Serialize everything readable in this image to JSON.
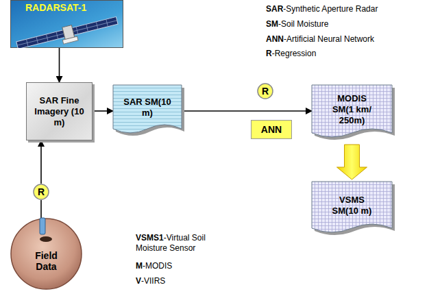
{
  "diagram": {
    "nodes": [
      {
        "text": [
          "RADARSAT-1"
        ]
      },
      {
        "text": [
          "SAR Fine Imagery (10 m)"
        ]
      },
      {
        "text": [
          "SAR SM(10 m)"
        ]
      },
      {
        "text": [
          "R"
        ]
      },
      {
        "text": [
          "ANN"
        ]
      },
      {
        "text": [
          "MODIS SM(1 km/ 250m)"
        ]
      },
      {
        "text": [
          "VSMS SM(10 m)"
        ]
      },
      {
        "text": [
          "R"
        ]
      },
      {
        "text": [
          "Field Data"
        ]
      }
    ],
    "edges": [
      {
        "from": 0,
        "to": 1,
        "arrow": "to"
      },
      {
        "from": 8,
        "to": 7,
        "arrow": "none"
      },
      {
        "from": 7,
        "to": 1,
        "arrow": "to"
      },
      {
        "from": 1,
        "to": 2,
        "arrow": "to"
      },
      {
        "from": 2,
        "to": 5,
        "arrow": "to"
      },
      {
        "from": 5,
        "to": 6,
        "arrow": "to"
      }
    ],
    "labels": [
      "SAR-Synthetic Aperture Radar",
      "SM-Soil Moisture",
      "ANN-Artificial Neural Network",
      "R-Regression",
      "VSMS1-Virtual Soil Moisture Sensor",
      "M-MODIS",
      "V-VIIRS"
    ]
  }
}
